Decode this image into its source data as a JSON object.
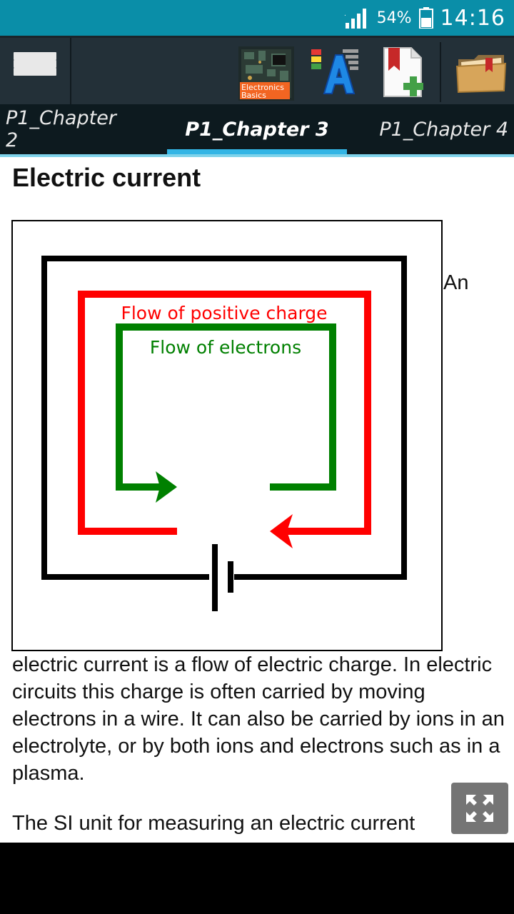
{
  "status_bar": {
    "battery_percent": "54%",
    "time": "14:16",
    "icons": [
      "signal-icon",
      "battery-icon"
    ]
  },
  "toolbar": {
    "menu_icon": "hamburger-icon",
    "app_icon_label_line1": "Electronics",
    "app_icon_label_line2": "Basics",
    "icons": [
      "app-logo-icon",
      "text-size-icon",
      "add-bookmark-icon",
      "bookmarks-folder-icon"
    ]
  },
  "tabs": [
    {
      "label": "P1_Chapter 2",
      "active": false
    },
    {
      "label": "P1_Chapter 3",
      "active": true
    },
    {
      "label": "P1_Chapter 4",
      "active": false
    }
  ],
  "article": {
    "title": "Electric current",
    "figure": {
      "label_positive": "Flow of positive charge",
      "label_electrons": "Flow of electrons",
      "colors": {
        "frame": "#000000",
        "positive": "#ff0000",
        "electrons": "#008000"
      }
    },
    "inline_word": "An",
    "paragraph1": "electric current is a flow of electric charge. In electric circuits this charge is often carried by moving electrons in a wire. It can also be carried by ions in an electrolyte, or by both ions and electrons such as in a plasma.",
    "paragraph2": "The SI unit for measuring an electric current"
  },
  "colors": {
    "status_bar": "#0a8ea8",
    "toolbar": "#233038",
    "tab_bar": "#0d1a1f",
    "tab_indicator": "#33b5e5"
  }
}
